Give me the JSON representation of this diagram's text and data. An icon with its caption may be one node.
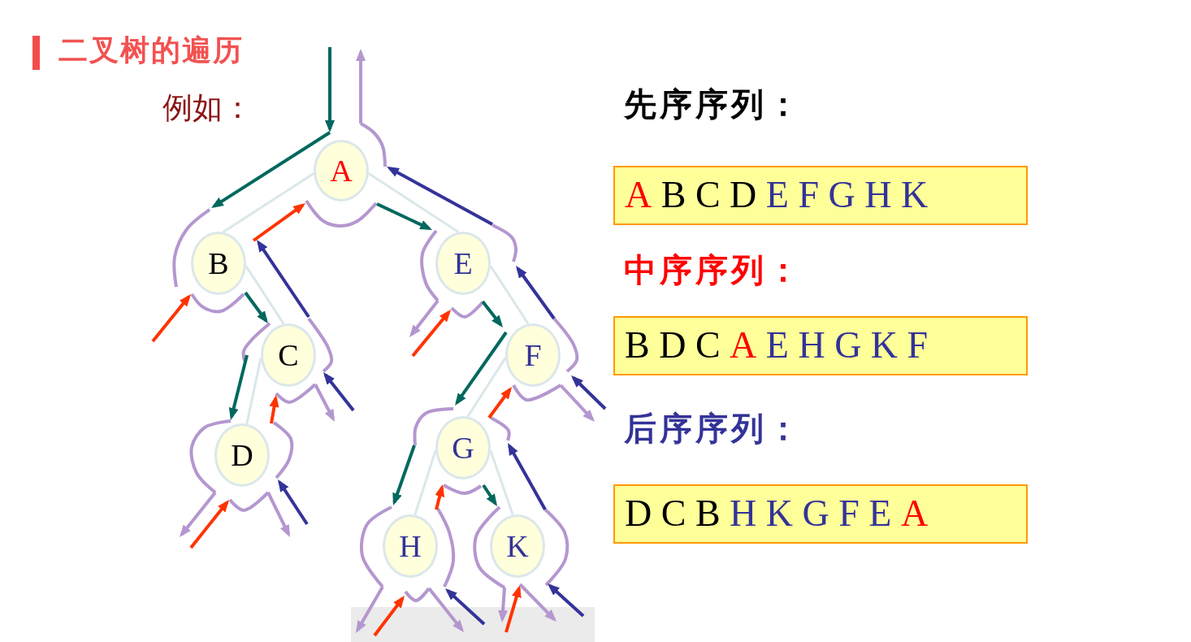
{
  "diagram": {
    "title": "二叉树的遍历",
    "nodes": [
      {
        "text": [
          "A"
        ]
      },
      {
        "text": [
          "B"
        ]
      },
      {
        "text": [
          "C"
        ]
      },
      {
        "text": [
          "D"
        ]
      },
      {
        "text": [
          "E"
        ]
      },
      {
        "text": [
          "F"
        ]
      },
      {
        "text": [
          "G"
        ]
      },
      {
        "text": [
          "H"
        ]
      },
      {
        "text": [
          "K"
        ]
      },
      {
        "text": [
          "A",
          "B C D",
          "E F G H K"
        ]
      },
      {
        "text": [
          "B D C",
          "A",
          "E H G K F"
        ]
      },
      {
        "text": [
          "D C B",
          "H K G F E",
          "A"
        ]
      }
    ],
    "edges": [
      {
        "from": 0,
        "to": 1,
        "arrow": "none"
      },
      {
        "from": 0,
        "to": 4,
        "arrow": "none"
      },
      {
        "from": 1,
        "to": 2,
        "arrow": "none"
      },
      {
        "from": 2,
        "to": 3,
        "arrow": "none"
      },
      {
        "from": 4,
        "to": 5,
        "arrow": "none"
      },
      {
        "from": 5,
        "to": 6,
        "arrow": "none"
      },
      {
        "from": 6,
        "to": 7,
        "arrow": "none"
      },
      {
        "from": 6,
        "to": 8,
        "arrow": "none"
      },
      {
        "from": null,
        "to": 0,
        "arrow": "to",
        "color": "#00685e"
      },
      {
        "from": 0,
        "to": 1,
        "arrow": "to",
        "color": "#00685e"
      },
      {
        "from": null,
        "to": 1,
        "arrow": "to",
        "color": "#ff3300"
      },
      {
        "from": 1,
        "to": 2,
        "arrow": "to",
        "color": "#00685e"
      },
      {
        "from": 2,
        "to": 3,
        "arrow": "to",
        "color": "#00685e"
      },
      {
        "from": 3,
        "to": null,
        "arrow": "to",
        "color": "#b497cf"
      },
      {
        "from": null,
        "to": 3,
        "arrow": "to",
        "color": "#ff3300"
      },
      {
        "from": 3,
        "to": null,
        "arrow": "to",
        "color": "#b497cf"
      },
      {
        "from": null,
        "to": 3,
        "arrow": "to",
        "color": "#333399"
      },
      {
        "from": 3,
        "to": 2,
        "arrow": "to",
        "color": "#ff3300"
      },
      {
        "from": 2,
        "to": null,
        "arrow": "to",
        "color": "#b497cf"
      },
      {
        "from": null,
        "to": 2,
        "arrow": "to",
        "color": "#333399"
      },
      {
        "from": 2,
        "to": 1,
        "arrow": "to",
        "color": "#333399"
      },
      {
        "from": 1,
        "to": 0,
        "arrow": "to",
        "color": "#ff3300"
      },
      {
        "from": 0,
        "to": 4,
        "arrow": "to",
        "color": "#00685e"
      },
      {
        "from": 4,
        "to": null,
        "arrow": "to",
        "color": "#b497cf"
      },
      {
        "from": null,
        "to": 4,
        "arrow": "to",
        "color": "#ff3300"
      },
      {
        "from": 4,
        "to": 5,
        "arrow": "to",
        "color": "#00685e"
      },
      {
        "from": 5,
        "to": 6,
        "arrow": "to",
        "color": "#00685e"
      },
      {
        "from": 6,
        "to": 7,
        "arrow": "to",
        "color": "#00685e"
      },
      {
        "from": 7,
        "to": null,
        "arrow": "to",
        "color": "#b497cf"
      },
      {
        "from": null,
        "to": 7,
        "arrow": "to",
        "color": "#ff3300"
      },
      {
        "from": 7,
        "to": null,
        "arrow": "to",
        "color": "#b497cf"
      },
      {
        "from": null,
        "to": 7,
        "arrow": "to",
        "color": "#333399"
      },
      {
        "from": 7,
        "to": 6,
        "arrow": "to",
        "color": "#ff3300"
      },
      {
        "from": 6,
        "to": 8,
        "arrow": "to",
        "color": "#00685e"
      },
      {
        "from": 8,
        "to": null,
        "arrow": "to",
        "color": "#b497cf"
      },
      {
        "from": null,
        "to": 8,
        "arrow": "to",
        "color": "#ff3300"
      },
      {
        "from": 8,
        "to": null,
        "arrow": "to",
        "color": "#b497cf"
      },
      {
        "from": null,
        "to": 8,
        "arrow": "to",
        "color": "#333399"
      },
      {
        "from": 8,
        "to": 6,
        "arrow": "to",
        "color": "#333399"
      },
      {
        "from": 6,
        "to": 5,
        "arrow": "to",
        "color": "#ff3300"
      },
      {
        "from": 5,
        "to": null,
        "arrow": "to",
        "color": "#b497cf"
      },
      {
        "from": null,
        "to": 5,
        "arrow": "to",
        "color": "#333399"
      },
      {
        "from": 5,
        "to": 4,
        "arrow": "to",
        "color": "#333399"
      },
      {
        "from": 4,
        "to": 0,
        "arrow": "to",
        "color": "#333399"
      },
      {
        "from": 0,
        "to": null,
        "arrow": "to",
        "color": "#b497cf"
      }
    ],
    "labels": [
      "例如：",
      "先序序列：",
      "中序序列：",
      "后序序列："
    ]
  }
}
